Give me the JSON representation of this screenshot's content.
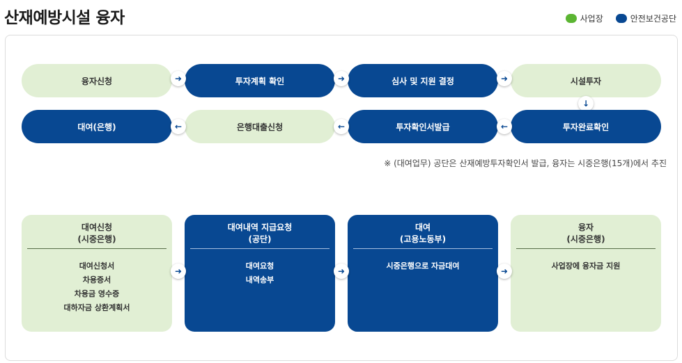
{
  "title": "산재예방시설 융자",
  "legend": [
    {
      "label": "사업장",
      "color": "#5bb532"
    },
    {
      "label": "안전보건공단",
      "color": "#084892"
    }
  ],
  "flow_top": [
    "융자신청",
    "투자계획 확인",
    "심사 및 지원 결정",
    "시설투자"
  ],
  "flow_bottom": [
    "대여(은행)",
    "은행대출신청",
    "투자확인서발급",
    "투자완료확인"
  ],
  "note": "※ (대여업무) 공단은 산재예방투자확인서 발급, 융자는 시중은행(15개)에서 추진",
  "cards": [
    {
      "title1": "대여신청",
      "title2": "(시중은행)",
      "items": [
        "대여신청서",
        "차용증서",
        "차용금 영수증",
        "대하자금 상환계획서"
      ]
    },
    {
      "title1": "대여내역 지급요청",
      "title2": "(공단)",
      "items": [
        "대여요청",
        "내역송부"
      ]
    },
    {
      "title1": "대여",
      "title2": "(고용노동부)",
      "items": [
        "시중은행으로 자금대여"
      ]
    },
    {
      "title1": "융자",
      "title2": "(시중은행)",
      "items": [
        "사업장에 융자금 지원"
      ]
    }
  ],
  "colors": {
    "light": "#e1efd4",
    "dark": "#084892",
    "green": "#5bb532"
  }
}
